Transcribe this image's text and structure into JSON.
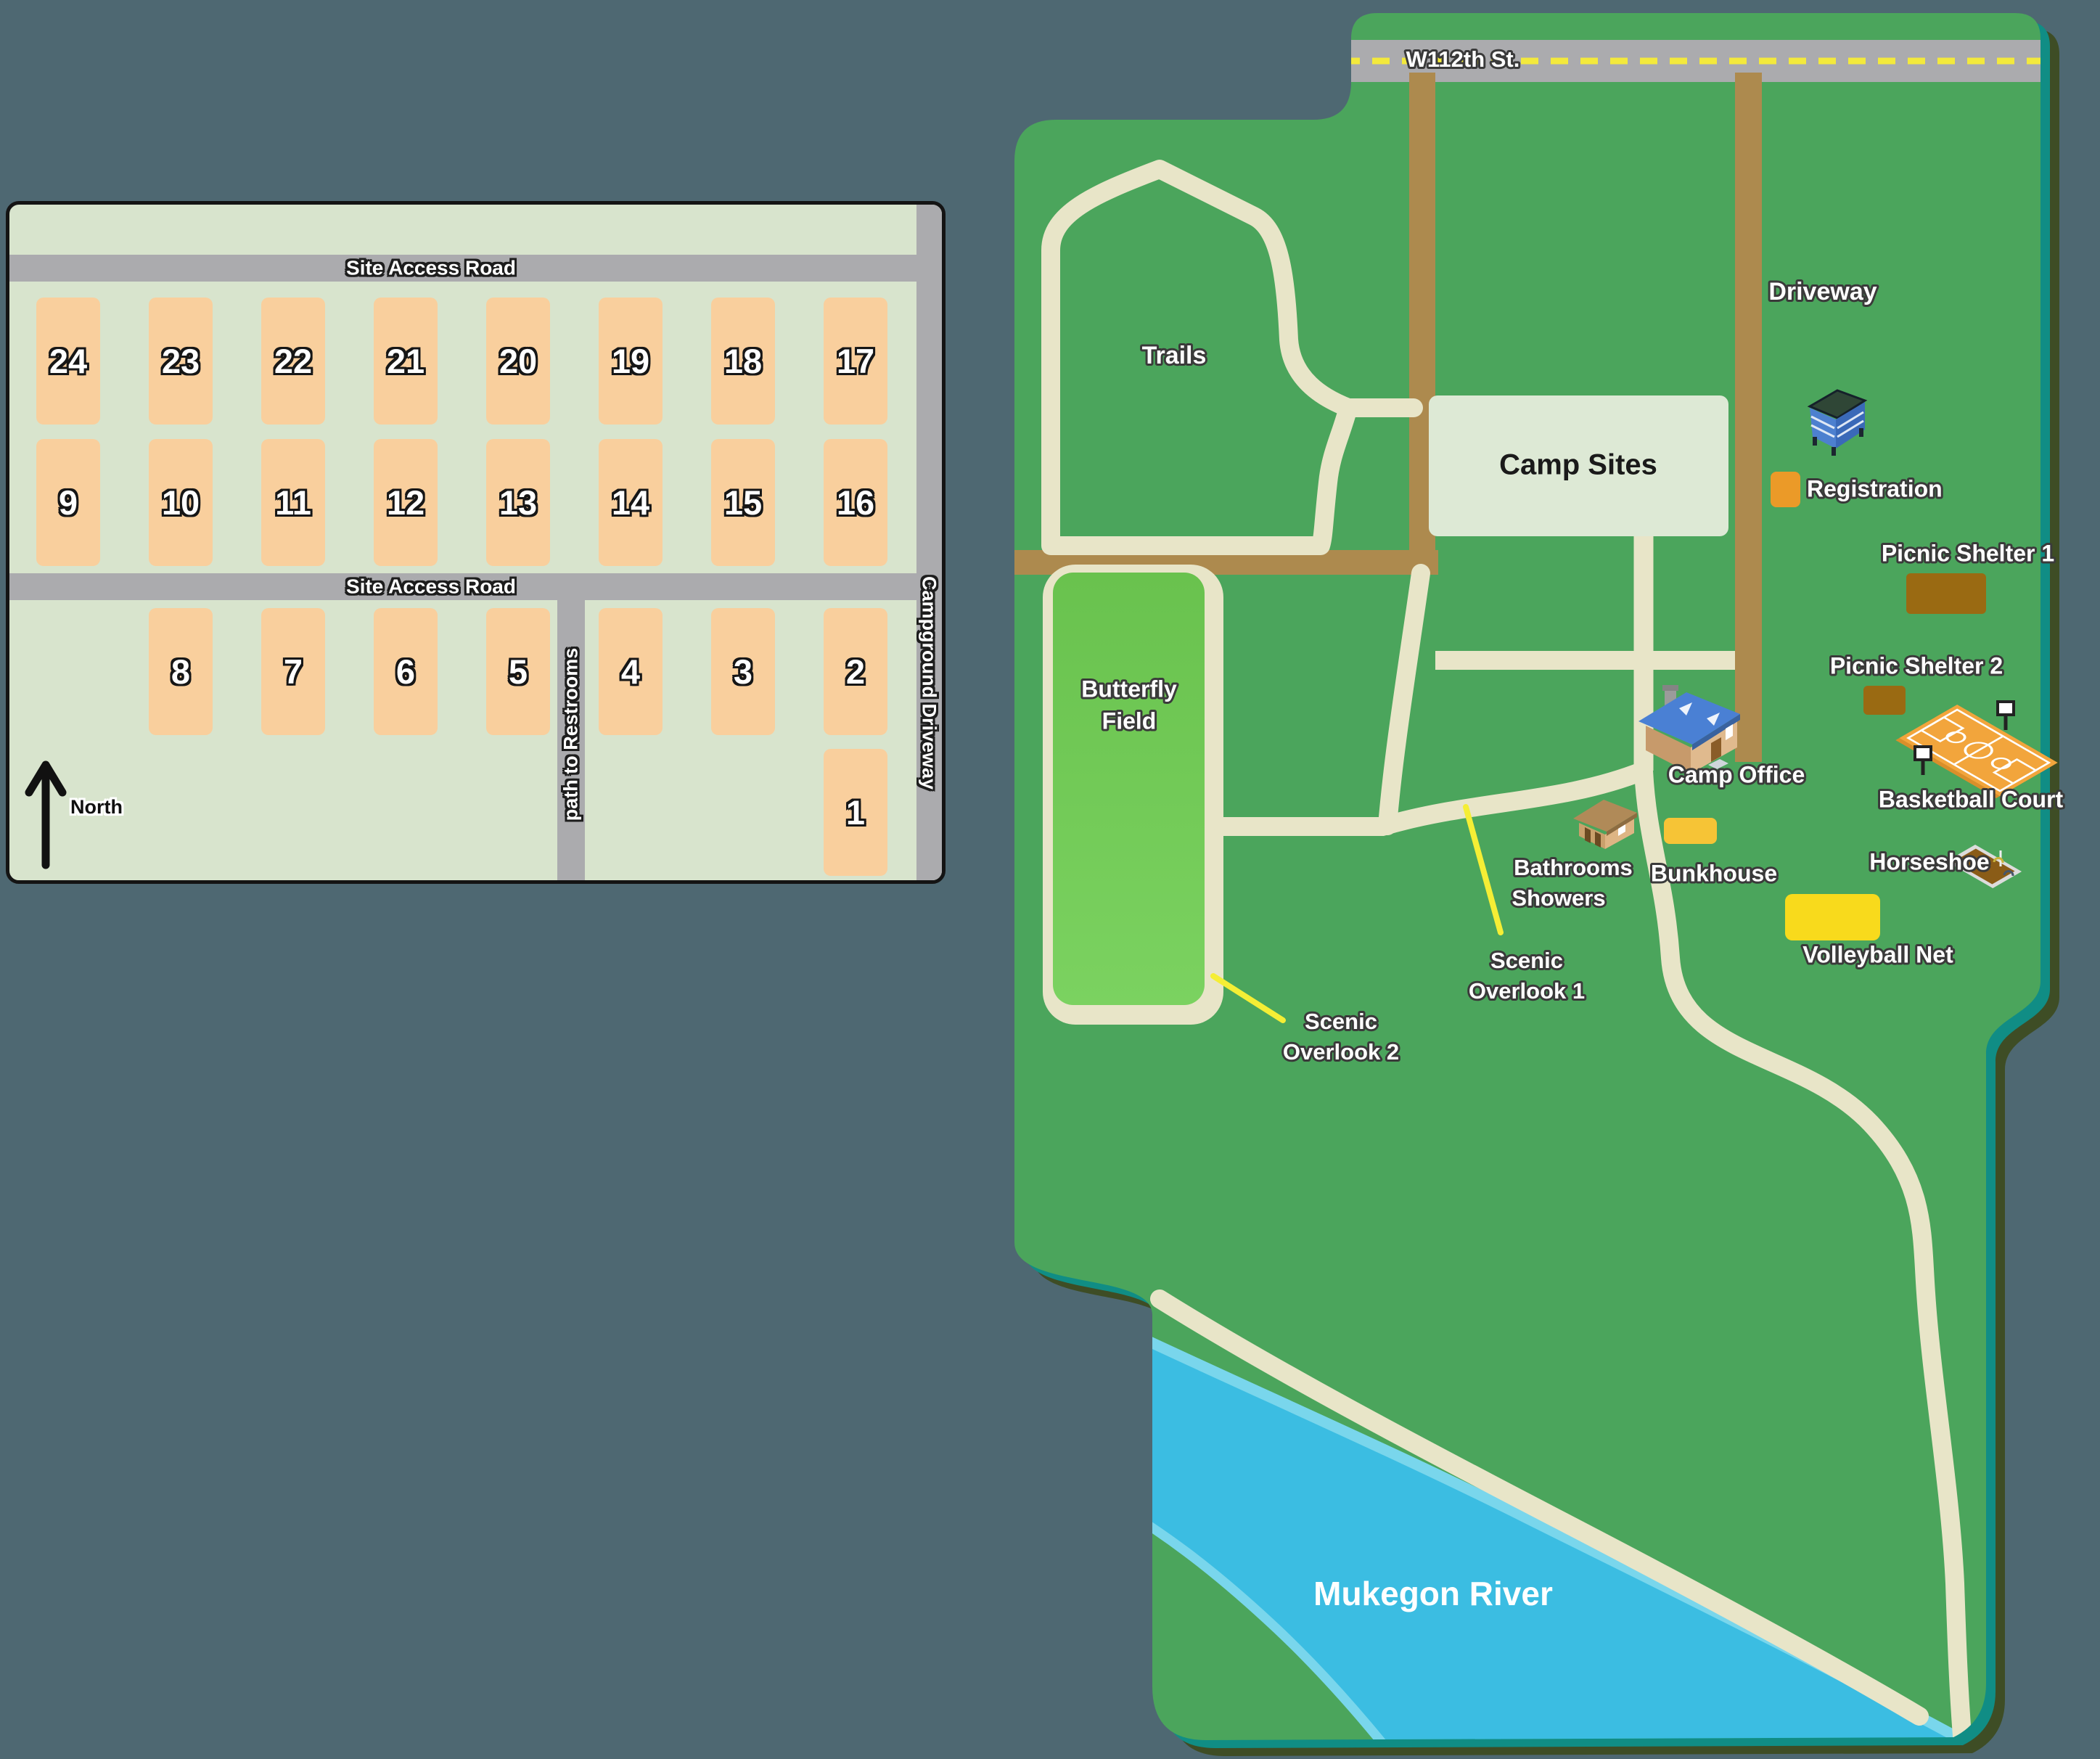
{
  "left_panel": {
    "road_top": "Site Access Road",
    "road_middle": "Site Access Road",
    "driveway": "Campground Driveway",
    "restroom_path": "path to Restrooms",
    "north": "North",
    "site_numbers": [
      "24",
      "23",
      "22",
      "21",
      "20",
      "19",
      "18",
      "17",
      "9",
      "10",
      "11",
      "12",
      "13",
      "14",
      "15",
      "16",
      "8",
      "7",
      "6",
      "5",
      "4",
      "3",
      "2",
      "1"
    ]
  },
  "map": {
    "street": "W112th St.",
    "trails": "Trails",
    "camp_sites": "Camp Sites",
    "driveway": "Driveway",
    "registration": "Registration",
    "picnic_shelter_1": "Picnic Shelter 1",
    "picnic_shelter_2": "Picnic Shelter 2",
    "camp_office": "Camp Office",
    "basketball_court": "Basketball Court",
    "horseshoe": "Horseshoe",
    "bunkhouse": "Bunkhouse",
    "bathrooms_line1": "Bathrooms",
    "bathrooms_line2": "Showers",
    "volleyball": "Volleyball Net",
    "butterfly_line1": "Butterfly",
    "butterfly_line2": "Field",
    "scenic1_line1": "Scenic",
    "scenic1_line2": "Overlook 1",
    "scenic2_line1": "Scenic",
    "scenic2_line2": "Overlook 2",
    "river": "Mukegon River"
  },
  "colors": {
    "background": "#4e6872",
    "panel_bg": "#d8e4cd",
    "road_gray": "#ababae",
    "site_orange": "#f9cf9d",
    "map_green": "#4ba55c",
    "road_brown": "#ad8a4e",
    "path_tan": "#e8e5c8",
    "river_blue": "#3bbde2",
    "shore_blue": "#79d6ec",
    "teal_edge": "#108d85",
    "olive_shadow": "#3e4d25",
    "callout_yellow": "#f5ee35",
    "field_green": "#72ca57"
  }
}
